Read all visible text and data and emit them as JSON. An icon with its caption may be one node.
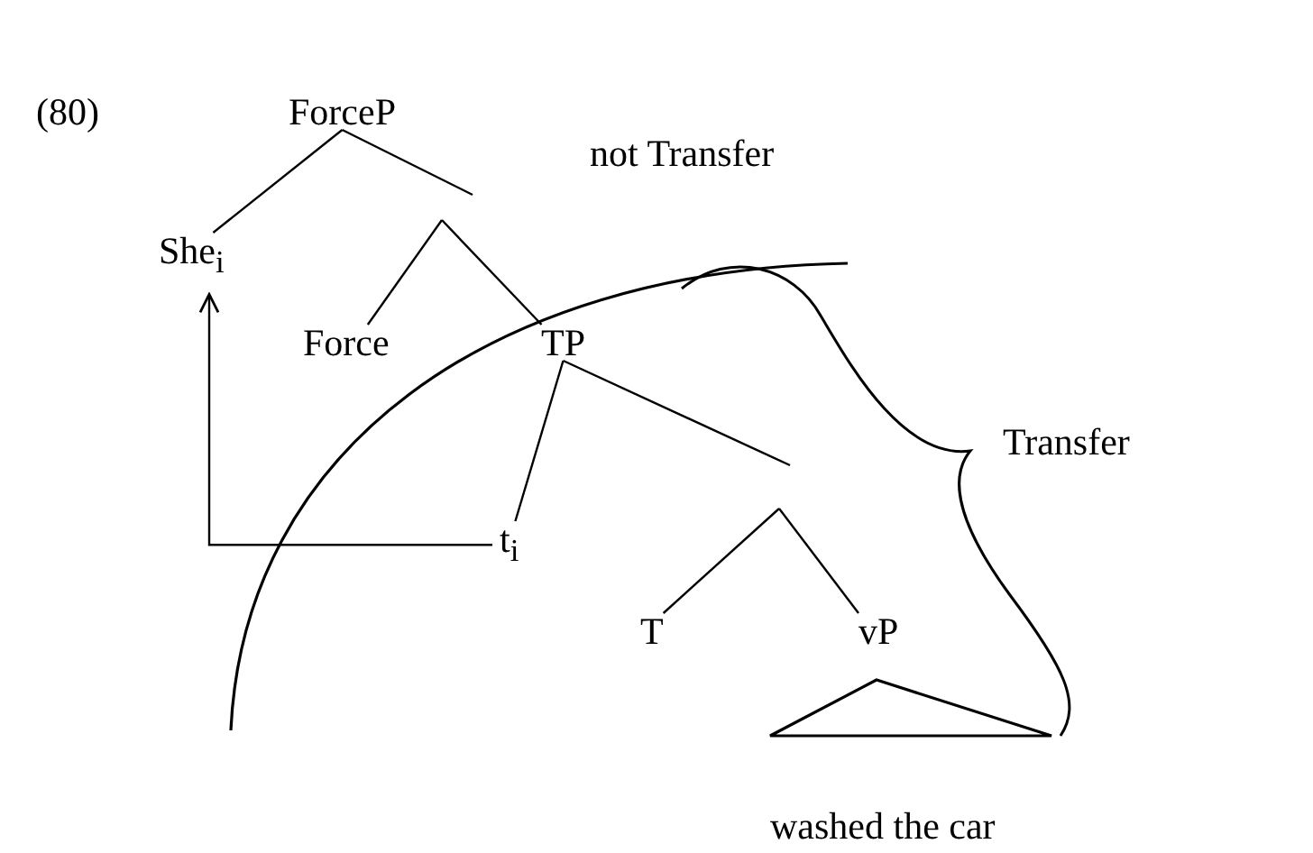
{
  "diagram": {
    "nodes": [
      {
        "text": [
          "ForceP"
        ]
      },
      {
        "text": [
          "She$_{i}$"
        ]
      },
      {
        "text": [
          "Force"
        ]
      },
      {
        "text": [
          "TP"
        ]
      },
      {
        "text": [
          "t$_{i}$"
        ]
      },
      {
        "text": [
          "T"
        ]
      },
      {
        "text": [
          "vP"
        ]
      },
      {
        "text": [],
        "shape": "triangle",
        "beside": [
          "washed the car"
        ]
      }
    ],
    "edges": [
      {
        "from": 0,
        "to": 1,
        "arrow": "none"
      },
      {
        "from": 0,
        "to": null,
        "arrow": "none"
      },
      {
        "from": null,
        "to": 2,
        "arrow": "none"
      },
      {
        "from": null,
        "to": 3,
        "arrow": "none"
      },
      {
        "from": 3,
        "to": 4,
        "arrow": "none"
      },
      {
        "from": 3,
        "to": null,
        "arrow": "none"
      },
      {
        "from": null,
        "to": 5,
        "arrow": "none"
      },
      {
        "from": null,
        "to": 6,
        "arrow": "none"
      },
      {
        "from": 4,
        "to": 1,
        "arrow": "to"
      }
    ],
    "labels": [
      "(80)",
      "not Transfer",
      "Transfer"
    ]
  }
}
